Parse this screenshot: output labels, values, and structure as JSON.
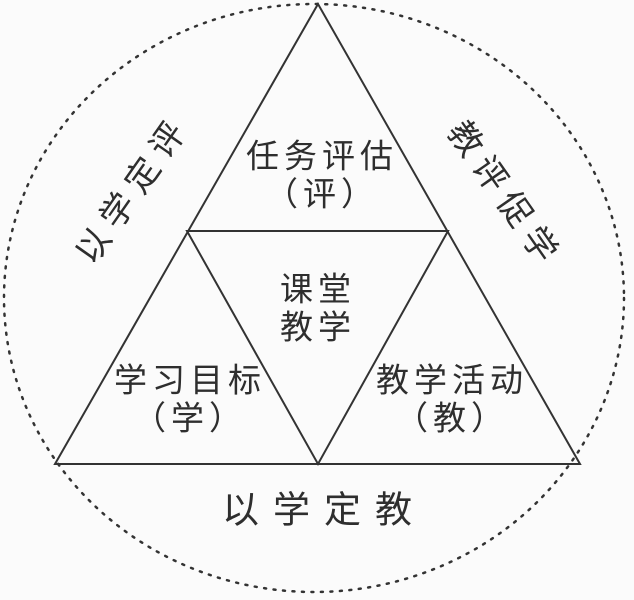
{
  "colors": {
    "line": "#333333",
    "text": "#2e2e2e",
    "background": "#fbfbfb"
  },
  "triangles": {
    "top": {
      "line1": "任务评估",
      "line2": "（评）"
    },
    "center": {
      "line1": "课堂",
      "line2": "教学"
    },
    "bottom_left": {
      "line1": "学习目标",
      "line2": "（学）"
    },
    "bottom_right": {
      "line1": "教学活动",
      "line2": "（教）"
    }
  },
  "ring_labels": {
    "upper_left": "以学定评",
    "upper_right": "教评促学",
    "bottom": "以学定教"
  }
}
